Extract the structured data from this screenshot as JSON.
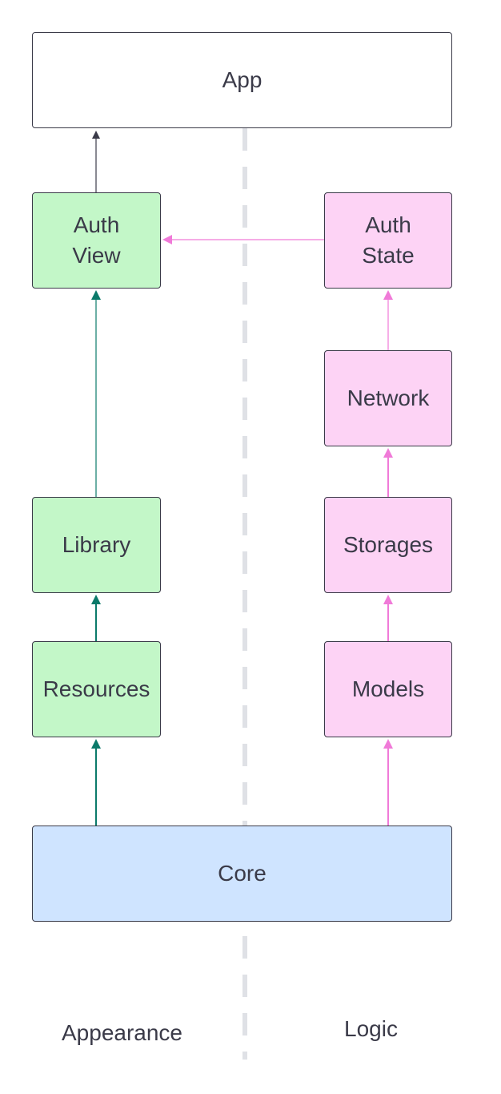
{
  "colors": {
    "app_fill": "#ffffff",
    "appearance_fill": "#c3f7c8",
    "logic_fill": "#fdd3f5",
    "core_fill": "#cfe4ff",
    "border": "#3a3a48",
    "appearance_arrow": "#0b7a6a",
    "logic_arrow": "#f07ad8",
    "app_arrow": "#3a3a48",
    "divider": "#dfe1e6"
  },
  "nodes": {
    "app": "App",
    "auth_view": "Auth\nView",
    "library": "Library",
    "resources": "Resources",
    "auth_state": "Auth\nState",
    "network": "Network",
    "storages": "Storages",
    "models": "Models",
    "core": "Core"
  },
  "lanes": {
    "appearance": "Appearance",
    "logic": "Logic"
  }
}
